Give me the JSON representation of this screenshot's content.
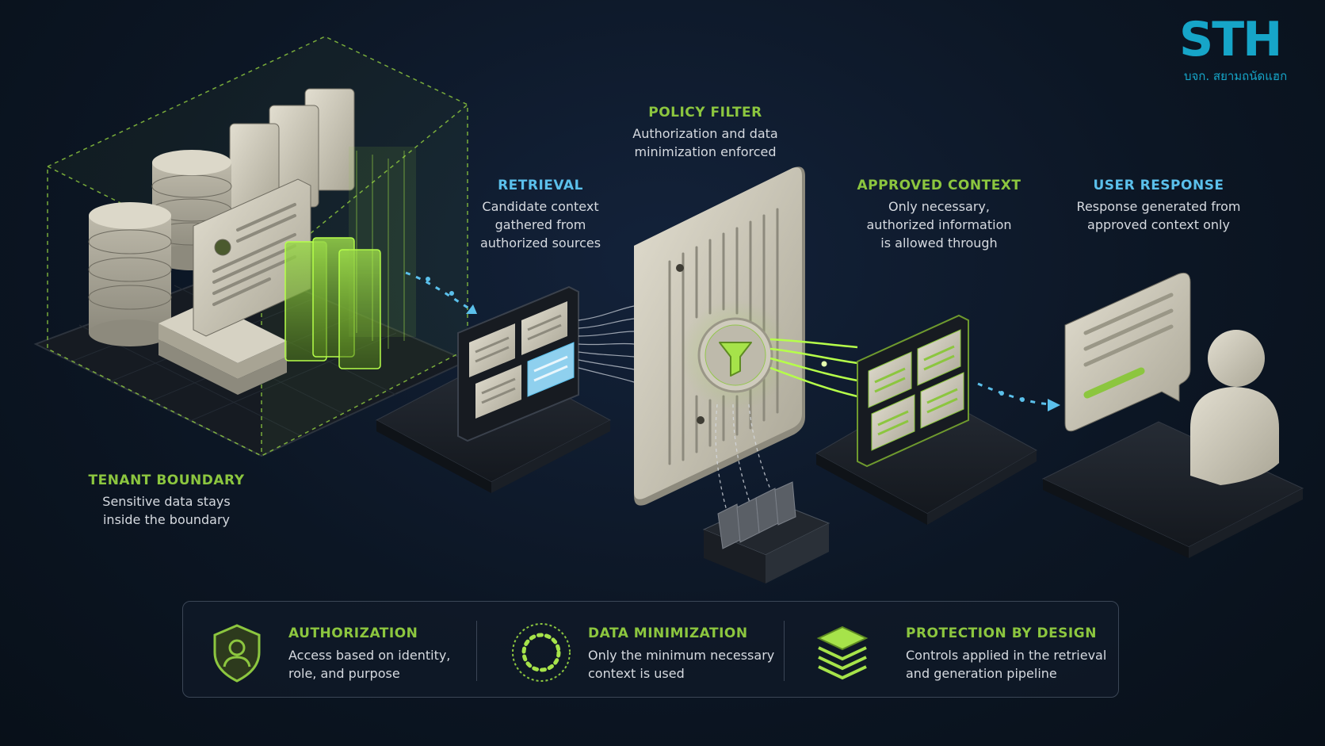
{
  "logo": {
    "mark": "STH",
    "subtitle": "บจก. สยามถนัดแฮก"
  },
  "stages": {
    "tenant_boundary": {
      "title": "TENANT BOUNDARY",
      "lines": [
        "Sensitive data stays",
        "inside the boundary"
      ]
    },
    "retrieval": {
      "title": "RETRIEVAL",
      "lines": [
        "Candidate context",
        "gathered from",
        "authorized sources"
      ]
    },
    "policy_filter": {
      "title": "POLICY FILTER",
      "lines": [
        "Authorization and data",
        "minimization enforced"
      ]
    },
    "approved_context": {
      "title": "APPROVED CONTEXT",
      "lines": [
        "Only necessary,",
        "authorized information",
        "is allowed through"
      ]
    },
    "user_response": {
      "title": "USER RESPONSE",
      "lines": [
        "Response generated from",
        "approved context only"
      ]
    }
  },
  "features": [
    {
      "title": "AUTHORIZATION",
      "lines": [
        "Access based on identity,",
        "role, and purpose"
      ],
      "icon": "shield-user-icon"
    },
    {
      "title": "DATA MINIMIZATION",
      "lines": [
        "Only the minimum necessary",
        "context is used"
      ],
      "icon": "dotted-circle-icon"
    },
    {
      "title": "PROTECTION BY DESIGN",
      "lines": [
        "Controls applied in the retrieval",
        "and generation pipeline"
      ],
      "icon": "layers-icon"
    }
  ],
  "colors": {
    "background": "#0c1624",
    "accent_green": "#8cc63f",
    "accent_blue": "#5bc0eb",
    "object_beige": "#cfcbbd",
    "logo_blue": "#16a5c8"
  }
}
